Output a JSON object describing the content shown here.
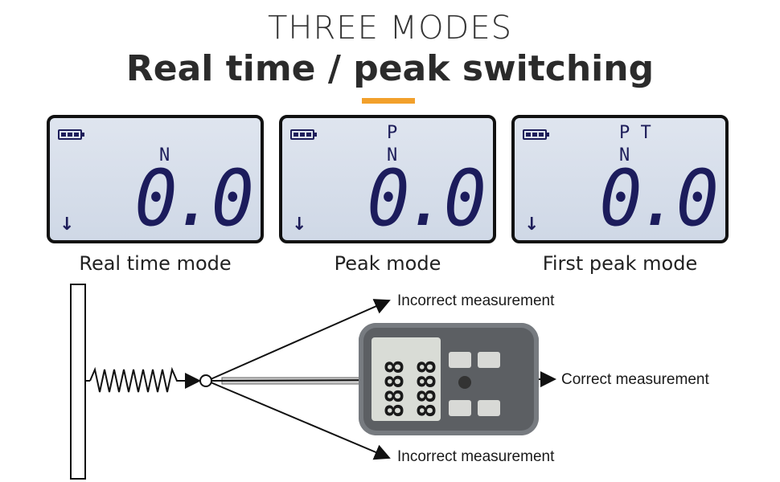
{
  "header": {
    "title_line1": "THREE MODES",
    "title_line2": "Real time / peak switching",
    "accent_color": "#f2a02b"
  },
  "panels": [
    {
      "label": "Real time mode",
      "indicators_top": "",
      "indicator_unit": "N",
      "reading": "0.0"
    },
    {
      "label": "Peak mode",
      "indicators_top": "P",
      "indicator_unit": "N",
      "reading": "0.0"
    },
    {
      "label": "First peak mode",
      "indicators_top": "P T",
      "indicator_unit": "N",
      "reading": "0.0"
    }
  ],
  "diagram": {
    "label_top": "Incorrect measurement",
    "label_middle": "Correct measurement",
    "label_bottom": "Incorrect measurement",
    "device_reading_top": "8888",
    "device_reading_bottom": "8888"
  },
  "icons": {
    "battery": "battery-icon",
    "down_arrow": "down-arrow-icon"
  }
}
